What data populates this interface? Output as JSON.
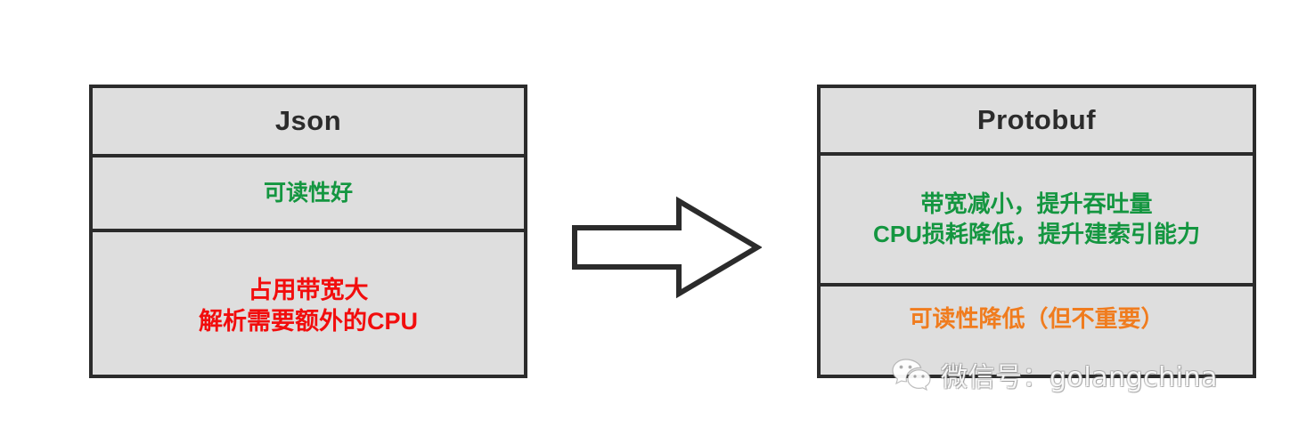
{
  "diagram": {
    "title_hidden": "",
    "arrow": {
      "icon": "right-arrow-icon",
      "direction": "right"
    },
    "boxes": [
      {
        "id": "json",
        "title": "Json",
        "rows": [
          {
            "kind": "pros",
            "color": "#149640",
            "lines": [
              "可读性好"
            ]
          },
          {
            "kind": "cons",
            "color": "#f20d0d",
            "lines": [
              "占用带宽大",
              "解析需要额外的CPU"
            ]
          }
        ]
      },
      {
        "id": "protobuf",
        "title": "Protobuf",
        "rows": [
          {
            "kind": "pros",
            "color": "#149640",
            "lines": [
              "带宽减小，提升吞吐量",
              "CPU损耗降低，提升建索引能力"
            ]
          },
          {
            "kind": "cons",
            "color": "#f07c1e",
            "lines": [
              "可读性降低（但不重要）"
            ]
          }
        ]
      }
    ]
  },
  "watermark": {
    "icon": "wechat-icon",
    "text": "微信号：golangchina"
  },
  "colors": {
    "box_fill": "#dedede",
    "box_border": "#2b2b2b",
    "title_text": "#2b2b2b",
    "pro_green": "#149640",
    "con_red": "#f20d0d",
    "con_orange": "#f07c1e",
    "background": "#ffffff"
  }
}
